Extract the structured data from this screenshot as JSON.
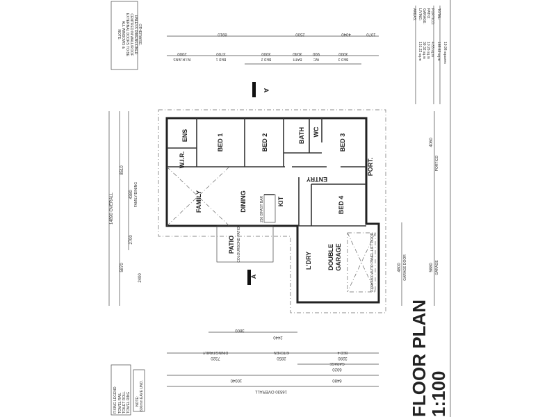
{
  "title": "FLOOR PLAN",
  "scale": "1:100",
  "note_top": [
    "NOTE:",
    "ALL WINDOWS &",
    "EXTERNAL DOORS TO BE",
    "CENTRED IN WALL/ROOF",
    "UNLESS DIMENSIONED",
    "OTHERWISE."
  ],
  "fixing_legend": {
    "heading": "FIXING LEGEND",
    "items": [
      "TOWEL RAIL",
      "TOILET ROLL",
      "TOWEL RING"
    ]
  },
  "note_eave": [
    "NOTE:",
    "600mm EAVE UNO."
  ],
  "areas": {
    "heading": "AREAS:",
    "rows": [
      {
        "label": "LIVING:",
        "value": "131.22 sq.m"
      },
      {
        "label": "GARAGE:",
        "value": "39.32 sq.m"
      },
      {
        "label": "PATIO:",
        "value": "10.26 sq.m"
      },
      {
        "label": "PORTICO:",
        "value": "4.83 sq.m"
      }
    ],
    "total_label": "TOTAL:",
    "total_value": "185.63 sq.m",
    "squares": "19.98 squares"
  },
  "rooms": {
    "bed1": "BED 1",
    "bed2": "BED 2",
    "bed3": "BED 3",
    "bed4": "BED 4",
    "ens": "ENS",
    "wir": "W.I.R.",
    "bath": "BATH",
    "wc": "WC",
    "family": "FAMILY",
    "dining": "DINING",
    "kit": "KIT",
    "entry": "ENTRY",
    "port": "PORT.",
    "ldry": "L'DRY",
    "garage1": "DOUBLE",
    "garage2": "GARAGE",
    "patio": "PATIO",
    "patio_sub": "COLOURBOND PATIO",
    "brkfst": "250 B'FAST BAR",
    "garage_door": "2100x4800 AUTO PANEL-LIFT DOOR",
    "section": "A"
  },
  "dimensions": {
    "top": [
      "8910",
      "2500",
      "4040",
      "1070"
    ],
    "top_rooms": [
      {
        "value": "2000",
        "label": "W.I.R./ENS"
      },
      {
        "value": "3700",
        "label": "BED 1"
      },
      {
        "value": "3000",
        "label": "BED 2"
      },
      {
        "value": "3040",
        "label": "BATH"
      },
      {
        "value": "900",
        "label": "WC"
      },
      {
        "value": "3000",
        "label": "BED 3"
      }
    ],
    "bottom": [
      "10040",
      "6480"
    ],
    "bottom_rooms": [
      {
        "value": "7320",
        "label": "DINING/FAMILY"
      },
      {
        "value": "2850",
        "label": "KITCHEN"
      },
      {
        "value": "3280",
        "label": "BED 4"
      },
      {
        "value": "6020",
        "label": "GARAGE"
      }
    ],
    "patio": [
      "3800",
      "2440"
    ],
    "left": {
      "overall": "14890 OVERALL",
      "a": "8510",
      "b": "5870",
      "family": "4380",
      "family_label": "FAMILY/DINING",
      "patio": "2700",
      "rollup": "2400"
    },
    "right": {
      "garage": "5880",
      "garage_label": "GARAGE",
      "portico": "4060",
      "portico_label": "PORTICO",
      "door": "4800",
      "door_label": "GARAGE DOOR"
    },
    "overall_bottom": "16530 OVERALL"
  }
}
